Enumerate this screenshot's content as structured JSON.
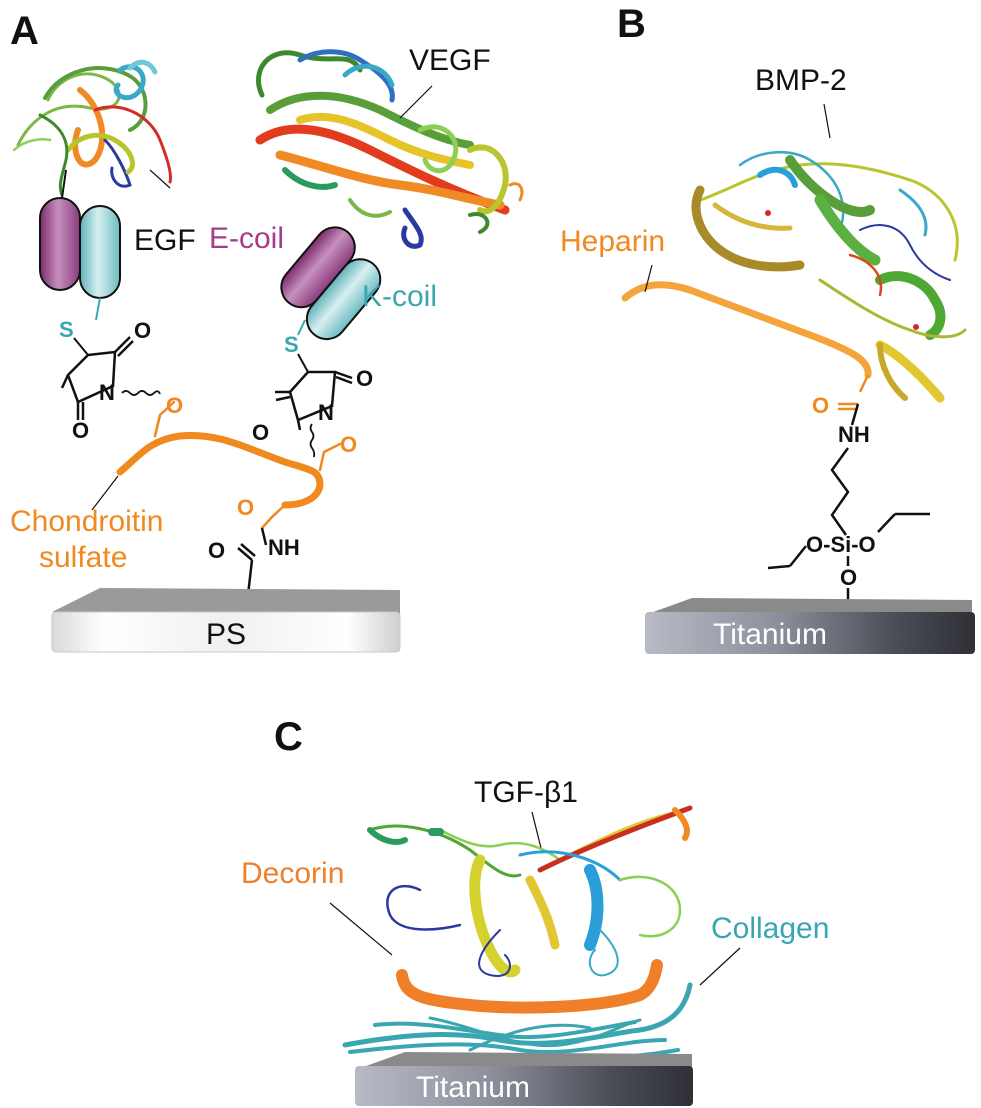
{
  "panels": {
    "a": {
      "letter": "A",
      "growth_factors": [
        "EGF",
        "VEGF"
      ],
      "coils": [
        "E-coil",
        "K-coil"
      ],
      "linker": "Chondroitin sulfate",
      "linker_line1": "Chondroitin",
      "linker_line2": "sulfate",
      "substrate": "PS",
      "atoms": {
        "s": "S",
        "n": "N",
        "o": "O",
        "nh": "NH"
      }
    },
    "b": {
      "letter": "B",
      "growth_factor": "BMP-2",
      "linker": "Heparin",
      "substrate": "Titanium",
      "atoms": {
        "nh": "NH",
        "o": "O",
        "si_row": "O-Si-O"
      }
    },
    "c": {
      "letter": "C",
      "growth_factor": "TGF-β1",
      "linkers": [
        "Decorin",
        "Collagen"
      ],
      "substrate": "Titanium"
    }
  },
  "colors": {
    "orange": "#f0891e",
    "teal": "#3aa6b2",
    "magenta": "#a33c8c",
    "black": "#111111",
    "gray_plate": "#9a9a9a"
  }
}
